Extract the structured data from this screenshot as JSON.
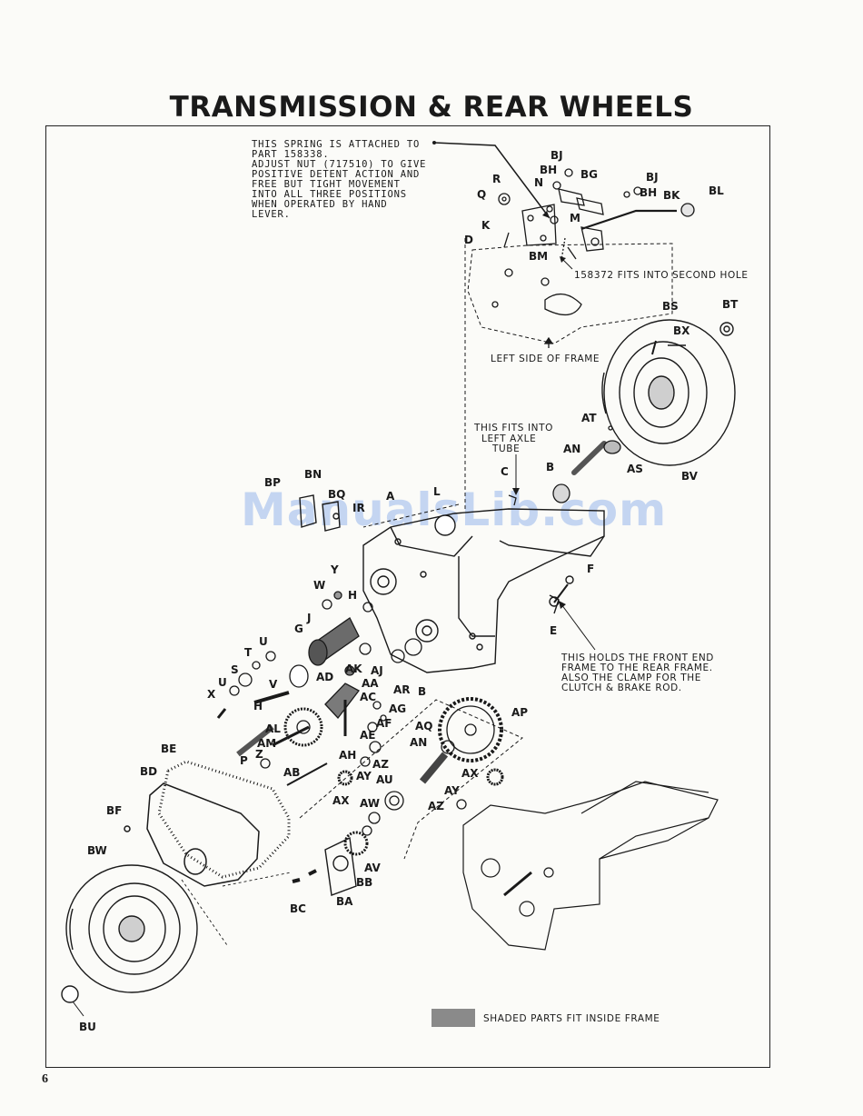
{
  "title": "TRANSMISSION & REAR WHEELS",
  "page_number": "6",
  "watermark": "ManualsLib.com",
  "notes": {
    "spring_lines": [
      "THIS SPRING IS ATTACHED TO",
      "PART 158338.",
      "ADJUST NUT (717510) TO GIVE",
      "POSITIVE DETENT ACTION AND",
      "FREE BUT TIGHT MOVEMENT",
      "INTO ALL THREE POSITIONS",
      "WHEN OPERATED BY HAND",
      "LEVER."
    ],
    "second_hole": "158372 FITS INTO SECOND HOLE",
    "left_side_frame": "LEFT SIDE OF FRAME",
    "axle_tube_lines": [
      "THIS FITS INTO",
      "LEFT AXLE",
      "TUBE"
    ],
    "front_end_lines": [
      "THIS HOLDS THE FRONT END",
      "FRAME TO THE REAR FRAME.",
      "ALSO THE CLAMP FOR THE",
      "CLUTCH & BRAKE ROD."
    ],
    "shaded_legend": "SHADED PARTS FIT INSIDE FRAME"
  },
  "part_labels": {
    "BJ1": "BJ",
    "BH1": "BH",
    "BG": "BG",
    "R": "R",
    "N": "N",
    "Q": "Q",
    "BJ2": "BJ",
    "BH2": "BH",
    "BK": "BK",
    "BL": "BL",
    "M": "M",
    "K": "K",
    "D": "D",
    "BM": "BM",
    "BS": "BS",
    "BT": "BT",
    "BX": "BX",
    "AT": "AT",
    "AN1": "AN",
    "AS": "AS",
    "BV": "BV",
    "C": "C",
    "B1": "B",
    "BP": "BP",
    "BN": "BN",
    "BQ": "BQ",
    "IR": "IR",
    "A": "A",
    "L": "L",
    "F": "F",
    "E": "E",
    "Y": "Y",
    "W": "W",
    "H1": "H",
    "J": "J",
    "G": "G",
    "U1": "U",
    "T": "T",
    "AD": "AD",
    "AK": "AK",
    "AJ": "AJ",
    "AR": "AR",
    "B2": "B",
    "S": "S",
    "V": "V",
    "U2": "U",
    "AA": "AA",
    "AC": "AC",
    "AG": "AG",
    "X": "X",
    "H2": "H",
    "AF": "AF",
    "AP": "AP",
    "AL": "AL",
    "AE": "AE",
    "AQ": "AQ",
    "AM": "AM",
    "AH": "AH",
    "AN2": "AN",
    "P": "P",
    "Z": "Z",
    "AZ1": "AZ",
    "BE": "BE",
    "AB": "AB",
    "AY1": "AY",
    "AU": "AU",
    "AX1": "AX",
    "BD": "BD",
    "AX2": "AX",
    "AY2": "AY",
    "AW": "AW",
    "AZ2": "AZ",
    "BF": "BF",
    "BW": "BW",
    "AV": "AV",
    "BB": "BB",
    "BC": "BC",
    "BA": "BA",
    "BU": "BU"
  },
  "colors": {
    "ink": "#1a1a1a",
    "paper": "#fbfbf8",
    "shade": "#8a8a8a",
    "watermark": "#78a0e6"
  }
}
